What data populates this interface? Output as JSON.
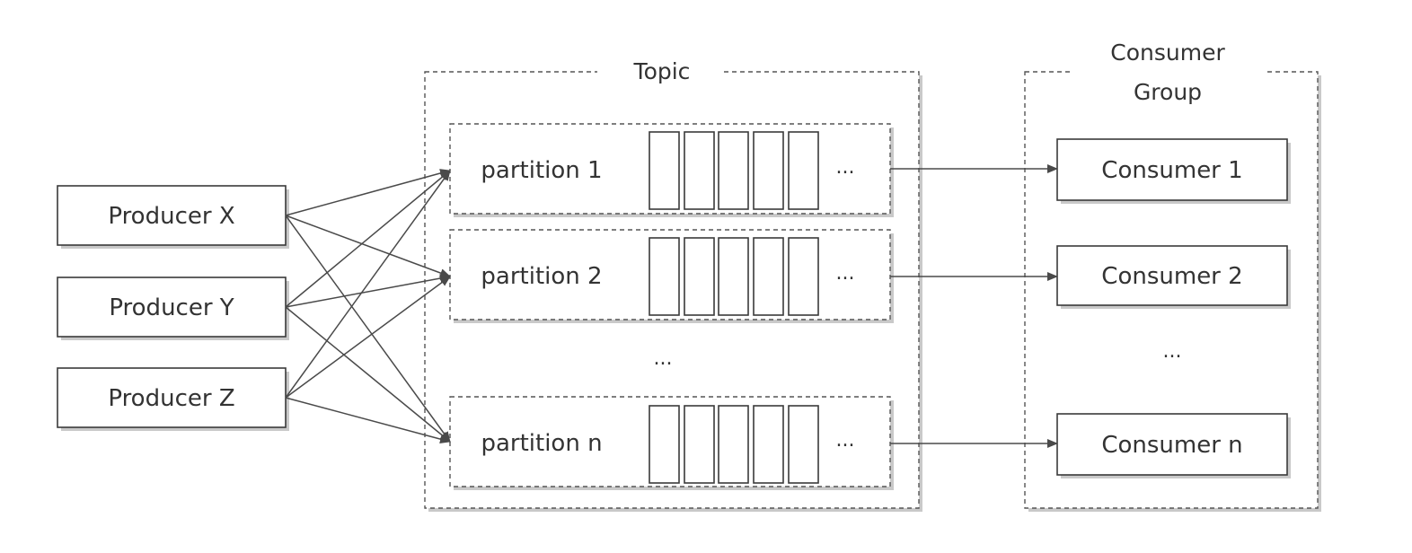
{
  "producers": [
    {
      "id": "px",
      "label": "Producer X"
    },
    {
      "id": "py",
      "label": "Producer Y"
    },
    {
      "id": "pz",
      "label": "Producer Z"
    }
  ],
  "topic": {
    "title": "Topic",
    "partitions": [
      {
        "id": "p1",
        "label": "partition 1",
        "ellipsis": "..."
      },
      {
        "id": "p2",
        "label": "partition 2",
        "ellipsis": "..."
      },
      {
        "id": "pn",
        "label": "partition n",
        "ellipsis": "..."
      }
    ],
    "gap_ellipsis": "..."
  },
  "consumer_group": {
    "title_line1": "Consumer",
    "title_line2": "Group",
    "consumers": [
      {
        "id": "c1",
        "label": "Consumer 1"
      },
      {
        "id": "c2",
        "label": "Consumer 2"
      },
      {
        "id": "cn",
        "label": "Consumer n"
      }
    ],
    "gap_ellipsis": "..."
  },
  "edges": [
    {
      "from": "px",
      "to": "p1"
    },
    {
      "from": "px",
      "to": "p2"
    },
    {
      "from": "px",
      "to": "pn"
    },
    {
      "from": "py",
      "to": "p1"
    },
    {
      "from": "py",
      "to": "p2"
    },
    {
      "from": "py",
      "to": "pn"
    },
    {
      "from": "pz",
      "to": "p1"
    },
    {
      "from": "pz",
      "to": "p2"
    },
    {
      "from": "pz",
      "to": "pn"
    },
    {
      "from": "p1",
      "to": "c1"
    },
    {
      "from": "p2",
      "to": "c2"
    },
    {
      "from": "pn",
      "to": "cn"
    }
  ]
}
